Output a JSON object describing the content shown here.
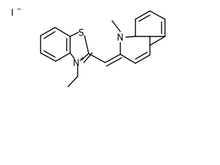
{
  "molecule": {
    "counterion": {
      "symbol": "I",
      "charge": "−"
    },
    "atoms": {
      "sulfur": "S",
      "benzothiazole_nitrogen": "N",
      "benzothiazole_nitrogen_charge": "+",
      "quinoline_nitrogen": "N"
    }
  },
  "colors": {
    "ink": "#000000",
    "background": "#ffffff"
  }
}
